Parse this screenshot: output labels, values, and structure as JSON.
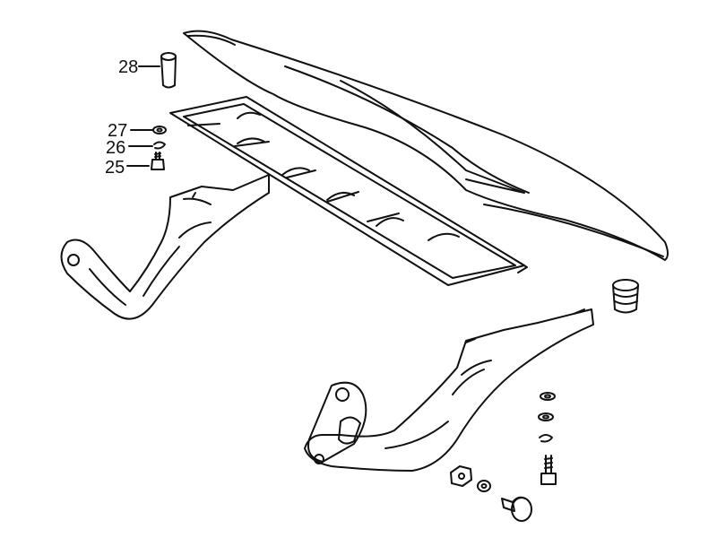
{
  "callouts": [
    {
      "label": "28",
      "part": "rubber-buffer"
    },
    {
      "label": "27",
      "part": "washer"
    },
    {
      "label": "26",
      "part": "lock-washer"
    },
    {
      "label": "25",
      "part": "bolt"
    }
  ],
  "colors": {
    "line": "#111111",
    "background": "#ffffff"
  }
}
